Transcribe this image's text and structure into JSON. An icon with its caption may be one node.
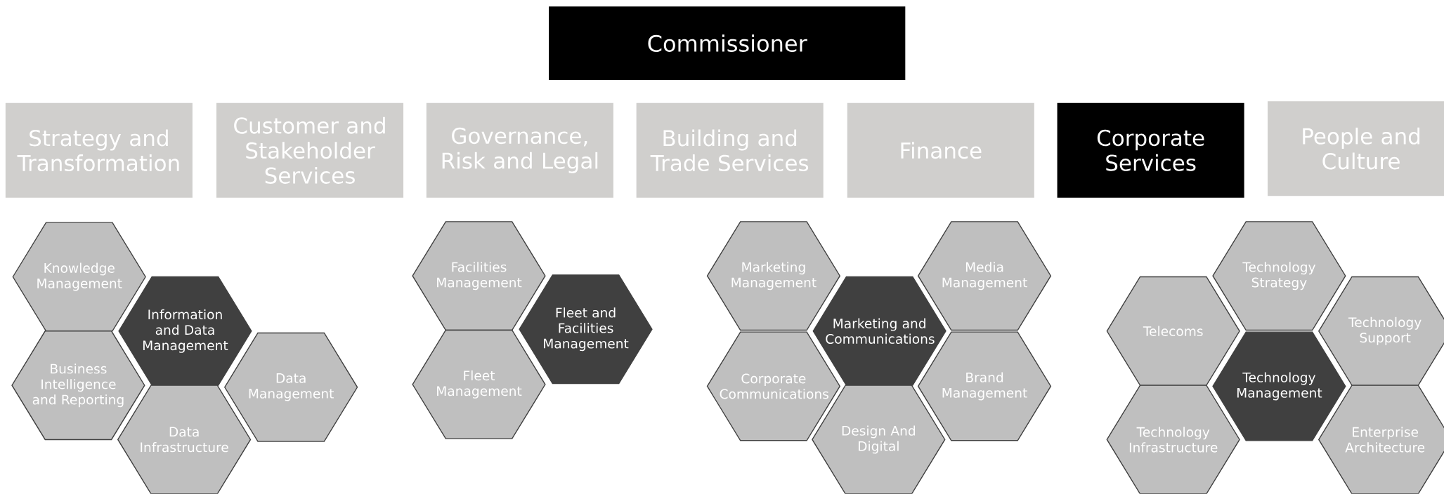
{
  "diagram": {
    "nodes": [
      {
        "text": [
          "Commissioner"
        ]
      },
      {
        "text": [
          "Strategy and Transformation"
        ]
      },
      {
        "text": [
          "Customer and Stakeholder Services"
        ]
      },
      {
        "text": [
          "Governance, Risk and Legal"
        ]
      },
      {
        "text": [
          "Building and Trade Services"
        ]
      },
      {
        "text": [
          "Finance"
        ]
      },
      {
        "text": [
          "Corporate Services"
        ]
      },
      {
        "text": [
          "People and Culture"
        ]
      },
      {
        "text": [
          "Knowledge Management"
        ]
      },
      {
        "text": [
          "Information and Data Management"
        ]
      },
      {
        "text": [
          "Business Intelligence and Reporting"
        ]
      },
      {
        "text": [
          "Data Infrastructure"
        ]
      },
      {
        "text": [
          "Data Management"
        ]
      },
      {
        "text": [
          "Facilities Management"
        ]
      },
      {
        "text": [
          "Fleet and Facilities Management"
        ]
      },
      {
        "text": [
          "Fleet Management"
        ]
      },
      {
        "text": [
          "Marketing Management"
        ]
      },
      {
        "text": [
          "Media Management"
        ]
      },
      {
        "text": [
          "Marketing and Communications"
        ]
      },
      {
        "text": [
          "Corporate Communications"
        ]
      },
      {
        "text": [
          "Brand Management"
        ]
      },
      {
        "text": [
          "Design And Digital"
        ]
      },
      {
        "text": [
          "Technology Strategy"
        ]
      },
      {
        "text": [
          "Telecoms"
        ]
      },
      {
        "text": [
          "Technology Support"
        ]
      },
      {
        "text": [
          "Technology Management"
        ]
      },
      {
        "text": [
          "Technology Infrastructure"
        ]
      },
      {
        "text": [
          "Enterprise Architecture"
        ]
      }
    ]
  }
}
